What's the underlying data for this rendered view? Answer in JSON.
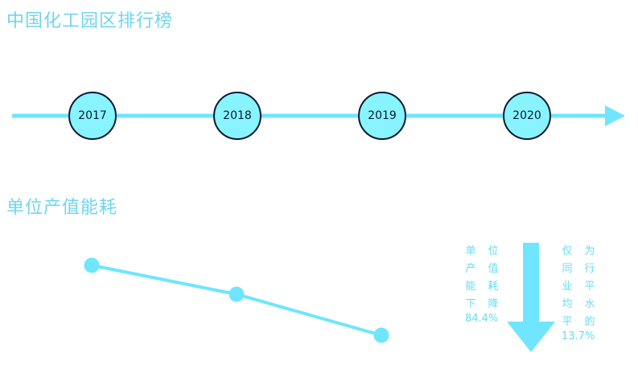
{
  "titles": {
    "ranking": "中国化工园区排行榜",
    "energy": "单位产值能耗"
  },
  "colors": {
    "accent": "#6fe5ff",
    "circle_fill": "#87f4ff",
    "circle_stroke": "#0d1a33",
    "text_light": "#66ddf4"
  },
  "timeline": {
    "years": [
      "2017",
      "2018",
      "2019",
      "2020"
    ]
  },
  "chart_data": {
    "type": "line",
    "title": "单位产值能耗",
    "x": [
      "2017",
      "2018",
      "2019"
    ],
    "series": [
      {
        "values": [
          100,
          88,
          71
        ]
      }
    ],
    "ylim": [
      60,
      110
    ],
    "grid": false
  },
  "annotations": {
    "left": {
      "rows": [
        [
          "单",
          "位"
        ],
        [
          "产",
          "值"
        ],
        [
          "能",
          "耗"
        ],
        [
          "下",
          "降"
        ]
      ],
      "value": "84.4%"
    },
    "right": {
      "rows": [
        [
          "仅",
          "为"
        ],
        [
          "同",
          "行"
        ],
        [
          "业",
          "平"
        ],
        [
          "均",
          "水"
        ],
        [
          "平",
          "的"
        ]
      ],
      "value": "13.7%"
    }
  }
}
